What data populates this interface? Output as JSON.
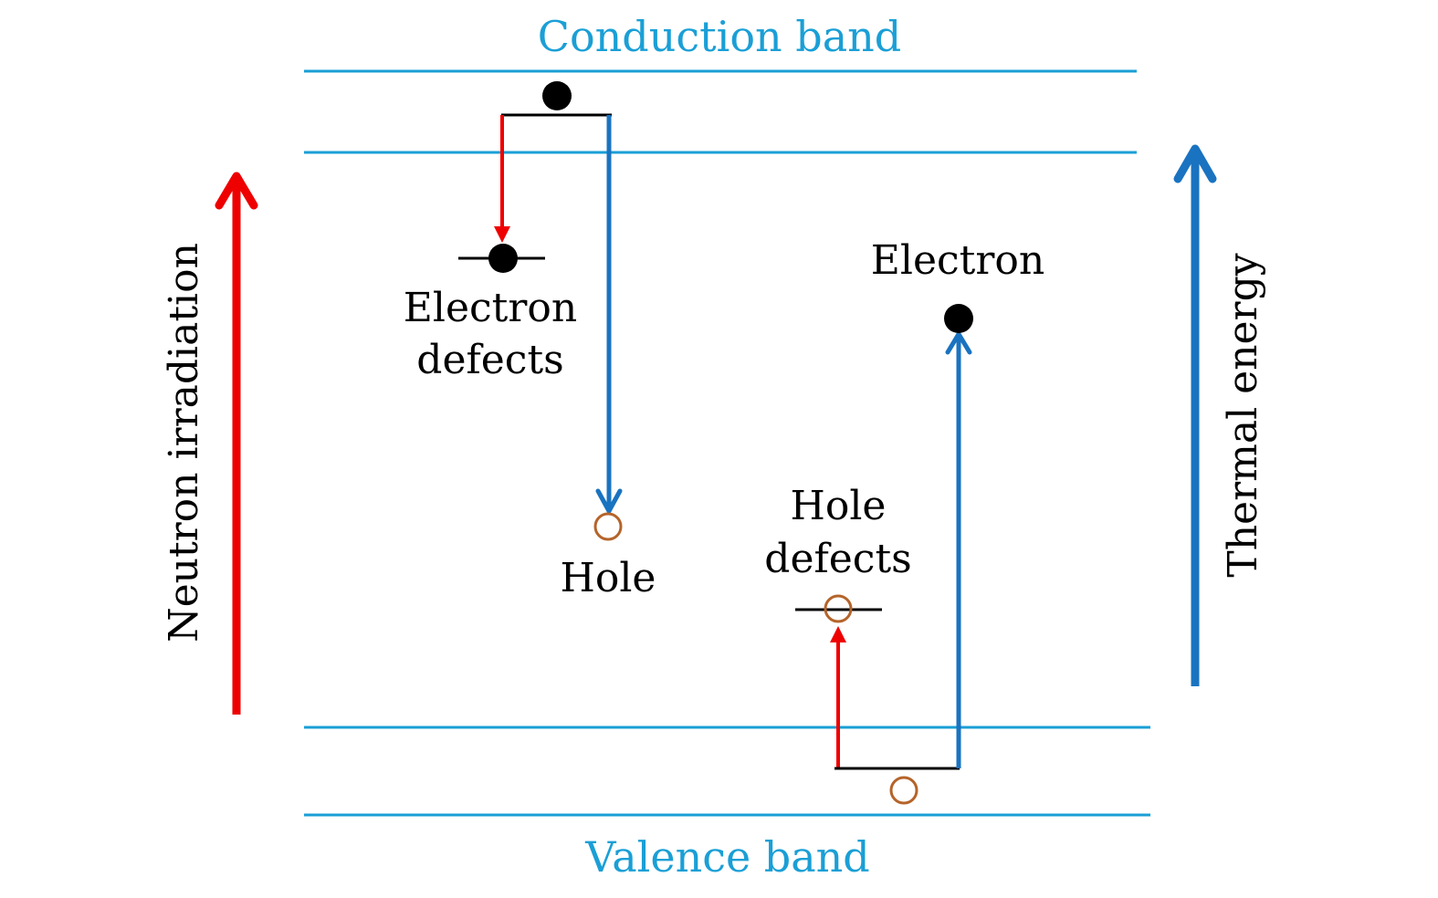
{
  "colors": {
    "band": "#1a9fd6",
    "red": "#ee0000",
    "blue": "#1a73c0",
    "hole": "#b5642a",
    "black": "#000000"
  },
  "labels": {
    "conduction_band": "Conduction band",
    "valence_band": "Valence band",
    "electron_defects_line1": "Electron",
    "electron_defects_line2": "defects",
    "hole": "Hole",
    "hole_defects_line1": "Hole",
    "hole_defects_line2": "defects",
    "electron": "Electron",
    "neutron_irradiation": "Neutron irradiation",
    "thermal_energy": "Thermal energy"
  }
}
